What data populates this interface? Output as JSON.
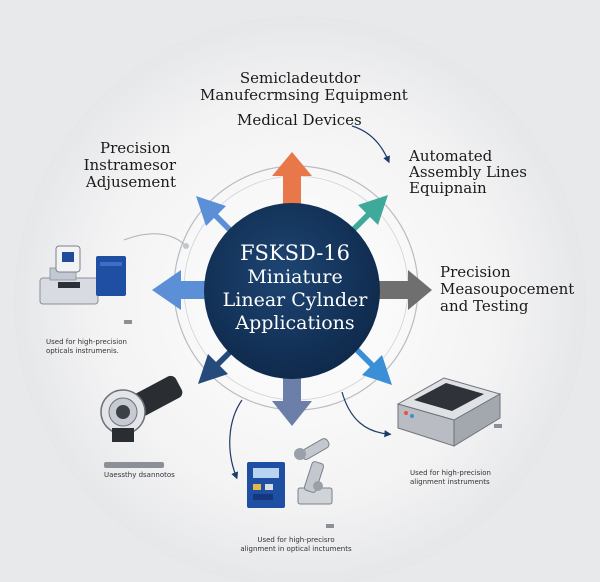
{
  "center": {
    "code": "FSKSD-16",
    "line1": "Miniature",
    "line2": "Linear Cylnder",
    "line3": "Applications"
  },
  "labels": {
    "top_line1": "Semicladeutdor",
    "top_line2": "Manufecrmsing Equipment",
    "medical": "Medical Devices",
    "auto_line1": "Automated",
    "auto_line2": "Assembly Lines",
    "auto_line3": "Equipnain",
    "prec_inst_line1": "Precision",
    "prec_inst_line2": "Instramesor",
    "prec_inst_line3": "Adjusement",
    "prec_meas_line1": "Precision",
    "prec_meas_line2": "Measoupocement",
    "prec_meas_line3": "and Testing"
  },
  "captions": {
    "left_line1": "Used for high-precision",
    "left_line2": "opticals instrumenis.",
    "camera_line1": "Uaessthy dsannotos",
    "bottom_line1": "Used for high-precisro",
    "bottom_line2": "alignment in optical inctuments",
    "right_line1": "Used for high-precision",
    "right_line2": "alignment instruments"
  },
  "colors": {
    "center_fill": "#13325a",
    "arrow_top": "#e8774a",
    "arrow_top_right": "#3fa99a",
    "arrow_right": "#6f6f6f",
    "arrow_bottom_right": "#3a8fd6",
    "arrow_bottom": "#6b7fa8",
    "arrow_bottom_left": "#254a7c",
    "arrow_left": "#5b8fd6",
    "arrow_top_left": "#5b8fd6"
  },
  "icons": [
    "microscope-icon",
    "camera-lens-icon",
    "control-box-icon",
    "robot-arm-icon",
    "inspection-device-icon"
  ]
}
